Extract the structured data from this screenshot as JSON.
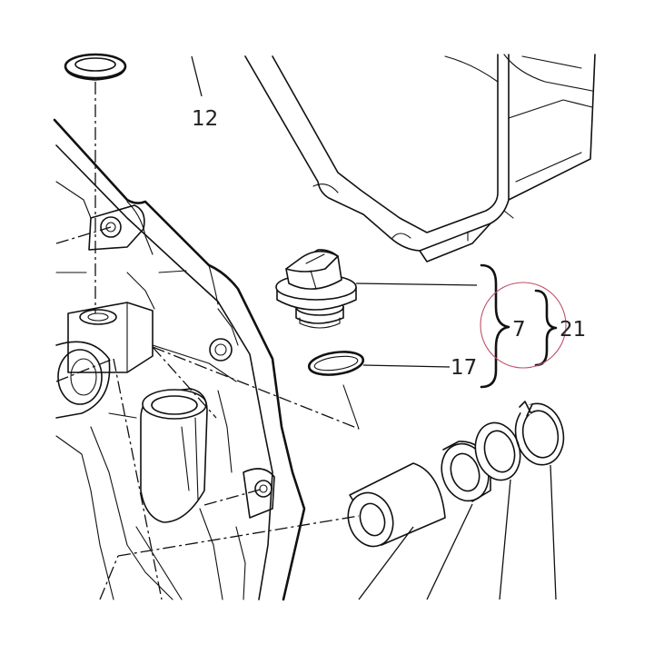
{
  "callouts": {
    "part_12": "12",
    "part_7": "7",
    "part_17": "17",
    "part_21": "21"
  },
  "colors": {
    "line": "#111111",
    "background": "#ffffff",
    "highlight_circle": "#c0506a"
  }
}
